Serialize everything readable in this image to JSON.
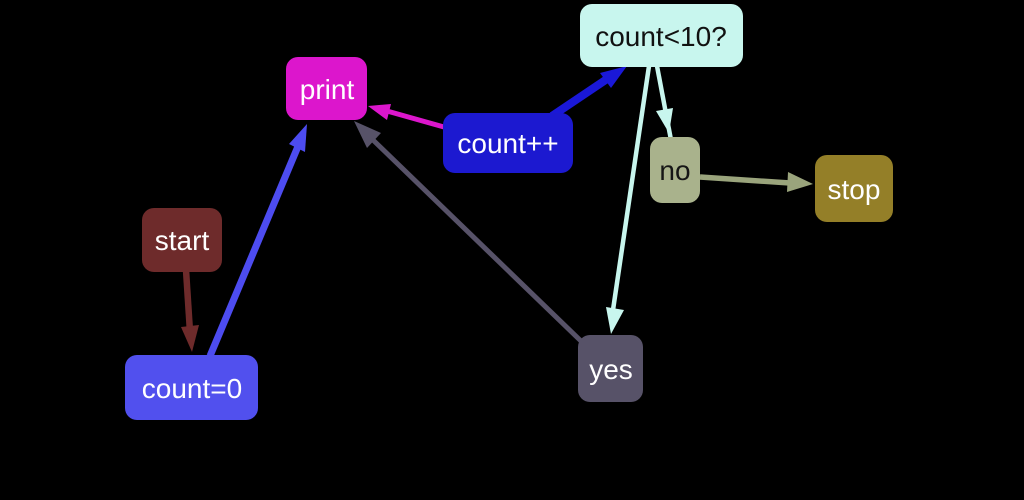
{
  "diagram": {
    "title": "count loop flowchart",
    "background": "#000000",
    "nodes": [
      {
        "id": "count-check",
        "label": "count<10?",
        "color": "#c8f6ee",
        "text_color": "#111111"
      },
      {
        "id": "print",
        "label": "print",
        "color": "#dc16cc",
        "text_color": "#ffffff"
      },
      {
        "id": "count-increment",
        "label": "count++",
        "color": "#1c19d0",
        "text_color": "#ffffff"
      },
      {
        "id": "no",
        "label": "no",
        "color": "#a9b28c",
        "text_color": "#161616"
      },
      {
        "id": "stop",
        "label": "stop",
        "color": "#947f28",
        "text_color": "#ffffff"
      },
      {
        "id": "start",
        "label": "start",
        "color": "#6e2b2b",
        "text_color": "#ffffff"
      },
      {
        "id": "count-init",
        "label": "count=0",
        "color": "#5150ee",
        "text_color": "#ffffff"
      },
      {
        "id": "yes",
        "label": "yes",
        "color": "#575268",
        "text_color": "#ffffff"
      }
    ],
    "edges": [
      {
        "from": "start",
        "to": "count-init",
        "color": "#6e2b2b"
      },
      {
        "from": "count-init",
        "to": "print",
        "color": "#4d4cf0"
      },
      {
        "from": "count-increment",
        "to": "print",
        "color": "#dc16cc"
      },
      {
        "from": "count-increment",
        "to": "count-check",
        "color": "#1a18d8"
      },
      {
        "from": "count-check",
        "to": "no",
        "color": "#c8f6ee"
      },
      {
        "from": "count-check",
        "to": "yes",
        "color": "#c8f6ee"
      },
      {
        "from": "no",
        "to": "stop",
        "color": "#9aa47c"
      },
      {
        "from": "yes",
        "to": "print",
        "color": "#575268"
      }
    ]
  }
}
